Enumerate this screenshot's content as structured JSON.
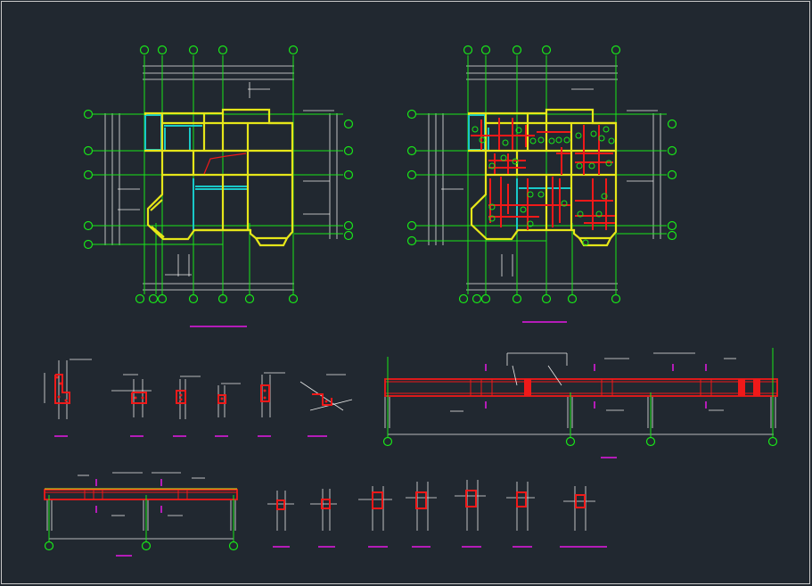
{
  "drawing": {
    "background": "#212830",
    "colors": {
      "axis_grid": "#19e619",
      "wall": "#e6e619",
      "beam_cyan": "#19c8c8",
      "dimension": "#e8e8e8",
      "rebar_red": "#f01919",
      "title_underline": "#e619e6"
    },
    "views": [
      "plan-left",
      "plan-right",
      "column-details",
      "long-beam-section",
      "short-beam-section",
      "small-section-details"
    ]
  }
}
